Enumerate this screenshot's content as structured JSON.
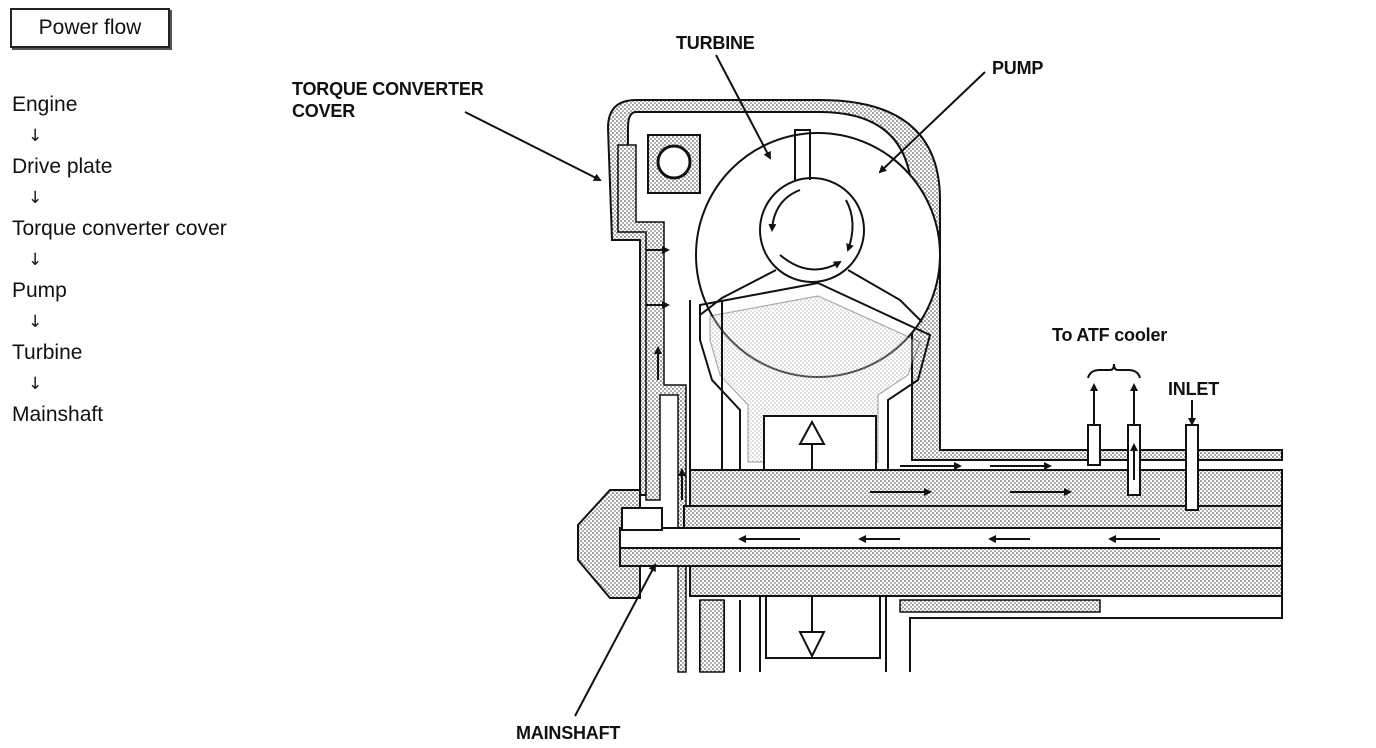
{
  "power_flow": {
    "title": "Power flow",
    "steps": [
      "Engine",
      "Drive plate",
      "Torque converter cover",
      "Pump",
      "Turbine",
      "Mainshaft"
    ]
  },
  "labels": {
    "torque_converter_cover": "TORQUE CONVERTER\nCOVER",
    "turbine": "TURBINE",
    "pump": "PUMP",
    "to_atf_cooler": "To ATF cooler",
    "inlet": "INLET",
    "mainshaft": "MAINSHAFT"
  }
}
